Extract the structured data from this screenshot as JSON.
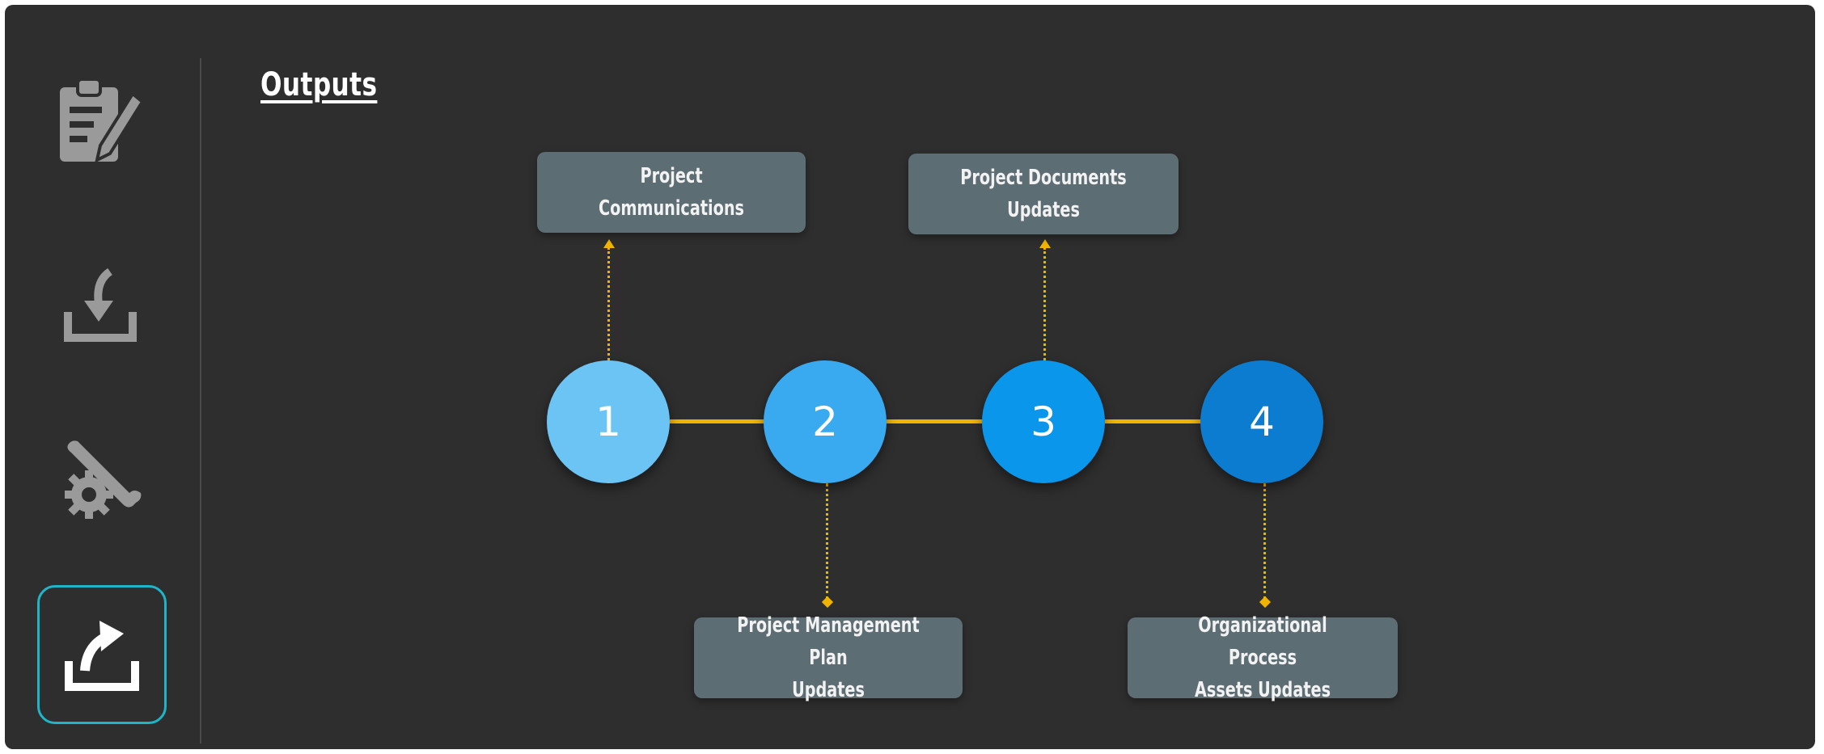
{
  "page": {
    "title": "Outputs"
  },
  "sidebar": {
    "items": [
      {
        "icon": "clipboard-pencil-icon",
        "active": false
      },
      {
        "icon": "download-tray-icon",
        "active": false
      },
      {
        "icon": "gear-wrench-icon",
        "active": false
      },
      {
        "icon": "upload-tray-icon",
        "active": true
      }
    ]
  },
  "diagram": {
    "steps": [
      {
        "number": "1",
        "color": "#6cc4f5",
        "output": "Project Communications",
        "position": "top"
      },
      {
        "number": "2",
        "color": "#3aaaf0",
        "output": "Project Management Plan\nUpdates",
        "position": "bottom"
      },
      {
        "number": "3",
        "color": "#0a96ea",
        "output": "Project Documents Updates",
        "position": "top"
      },
      {
        "number": "4",
        "color": "#0c7cd0",
        "output": "Organizational Process\nAssets Updates",
        "position": "bottom"
      }
    ]
  },
  "colors": {
    "background": "#2e2e2e",
    "connector": "#f0b400",
    "output_box": "#5d6d74",
    "active_outline": "#1fb5c9"
  }
}
